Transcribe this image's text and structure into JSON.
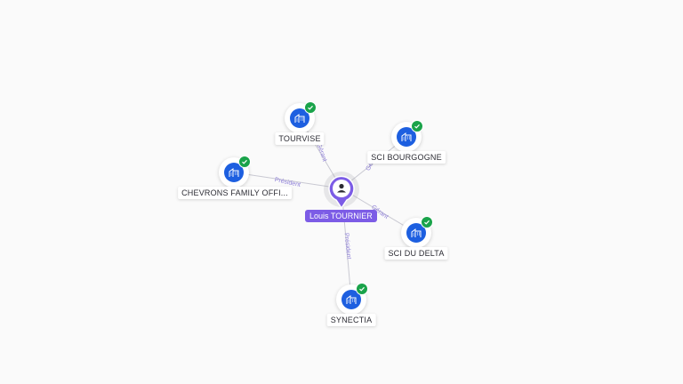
{
  "center": {
    "name": "Louis TOURNIER",
    "icon": "person-icon",
    "color": "#7c5ce6"
  },
  "companies": [
    {
      "id": "tourvise",
      "name": "TOURVISE",
      "icon": "building-icon",
      "verified": true
    },
    {
      "id": "sci-bourgogne",
      "name": "SCI BOURGOGNE",
      "icon": "building-icon",
      "verified": true
    },
    {
      "id": "chevrons",
      "name": "CHEVRONS FAMILY OFFI...",
      "icon": "building-icon",
      "verified": true
    },
    {
      "id": "sci-du-delta",
      "name": "SCI DU DELTA",
      "icon": "building-icon",
      "verified": true
    },
    {
      "id": "synectia",
      "name": "SYNECTIA",
      "icon": "building-icon",
      "verified": true
    }
  ],
  "relations": [
    {
      "to": "tourvise",
      "role": "Gérant"
    },
    {
      "to": "sci-bourgogne",
      "role": "Gérant"
    },
    {
      "to": "chevrons",
      "role": "Président"
    },
    {
      "to": "sci-du-delta",
      "role": "Gérant"
    },
    {
      "to": "synectia",
      "role": "Président"
    }
  ],
  "colors": {
    "company": "#1d5fe0",
    "verified": "#1aa34a",
    "edge_label": "#8e7fd8"
  }
}
